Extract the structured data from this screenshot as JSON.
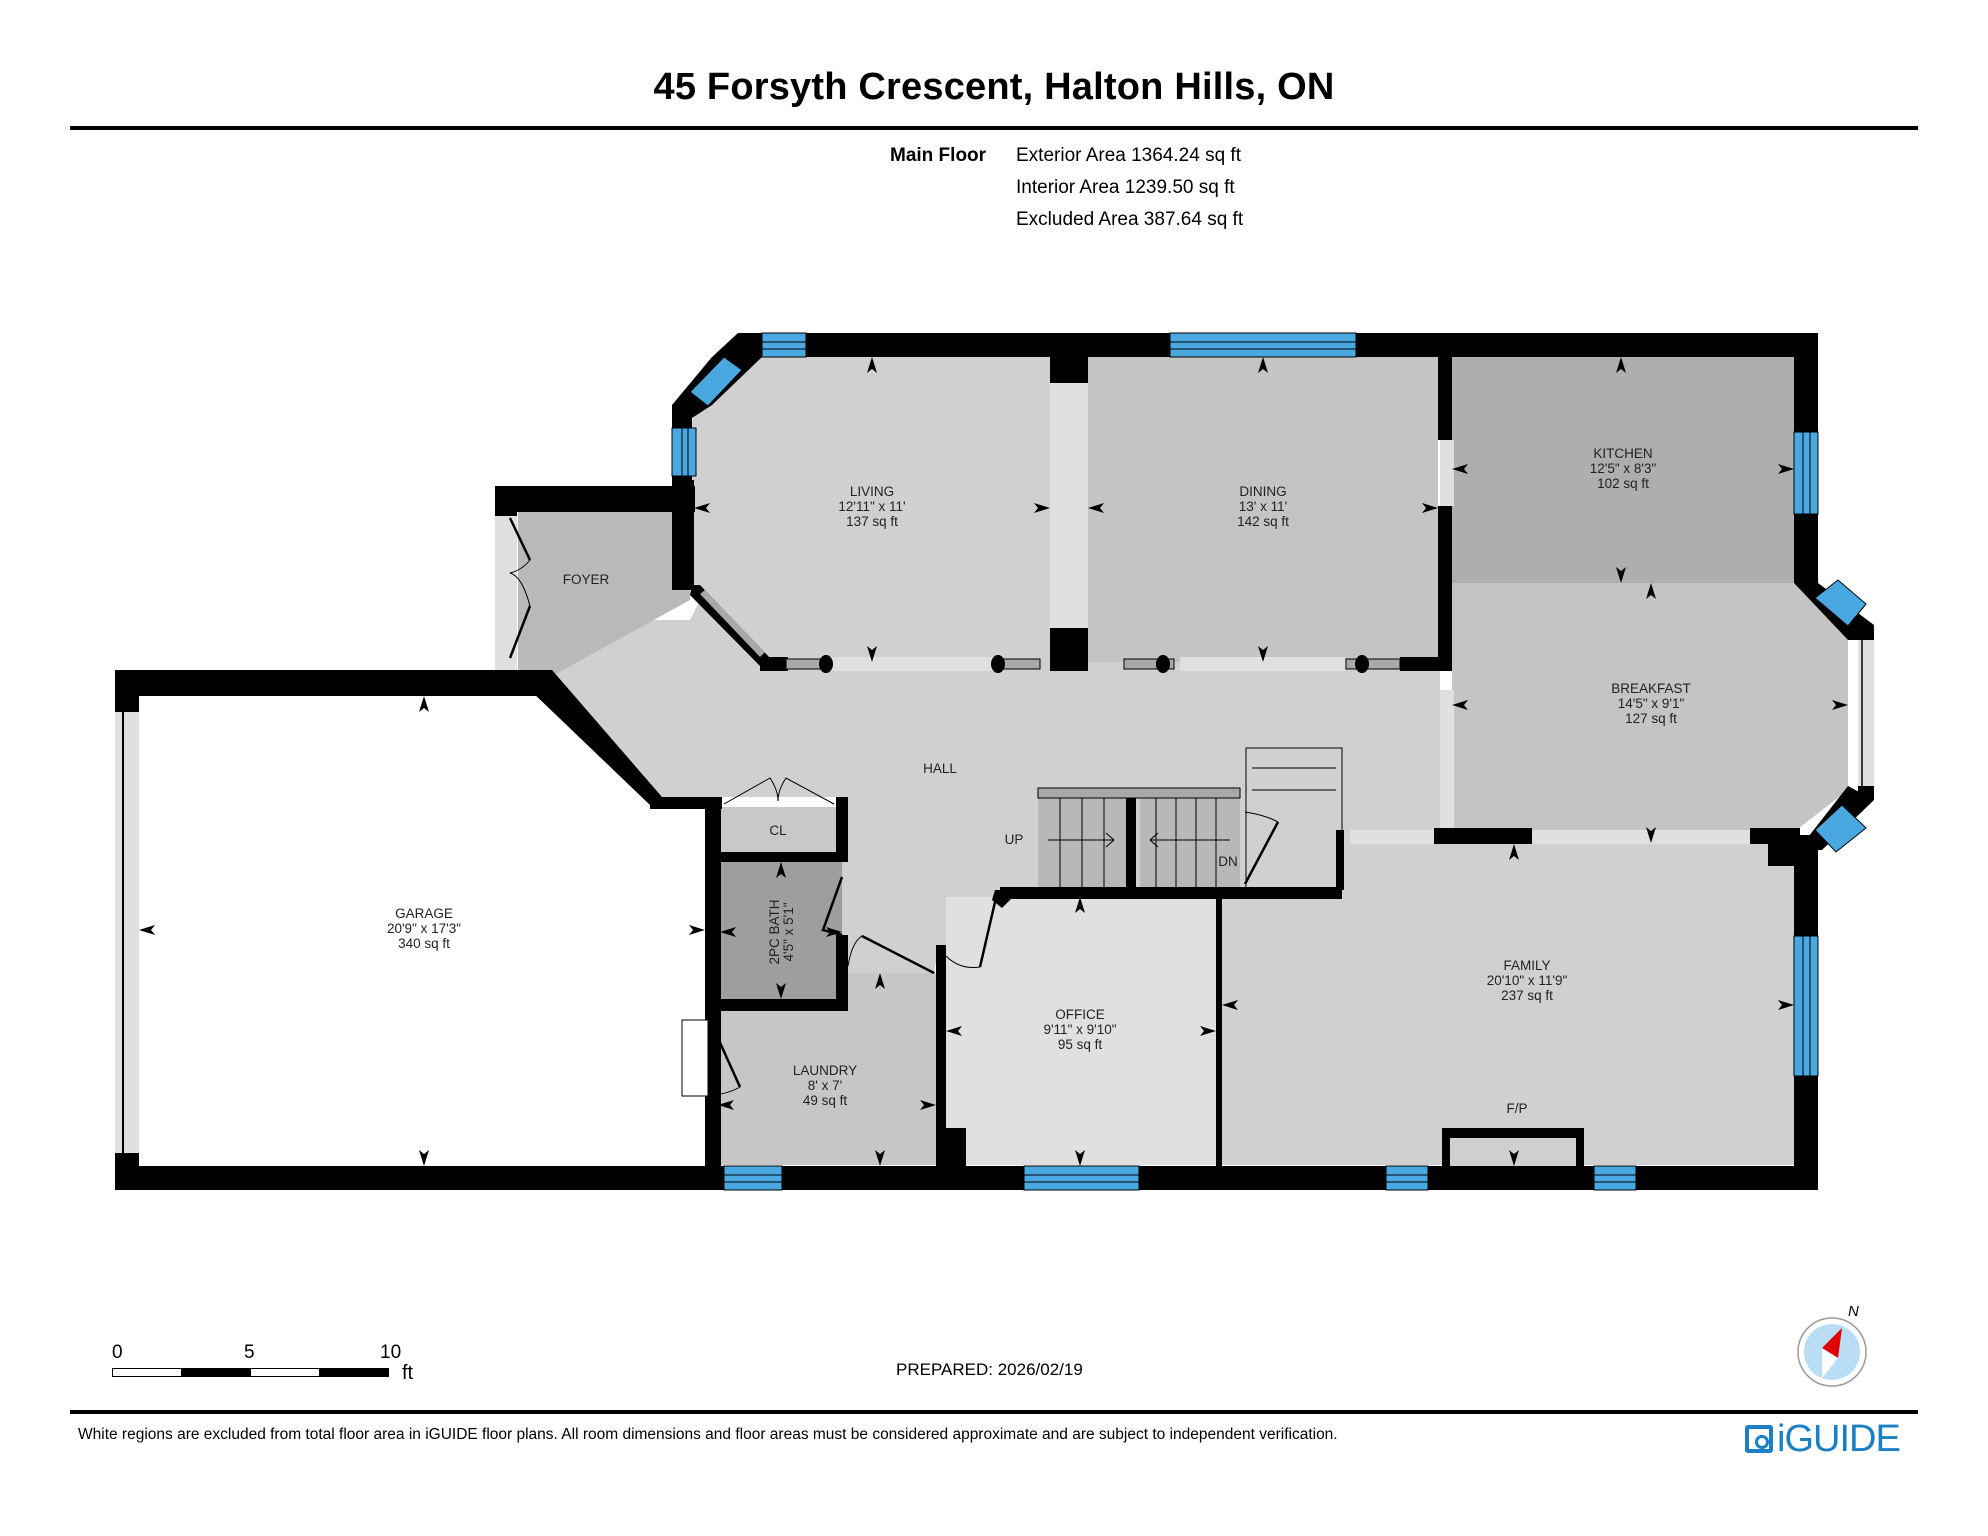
{
  "header": {
    "title": "45 Forsyth Crescent, Halton Hills, ON",
    "floor_name": "Main Floor",
    "exterior_area": "Exterior Area 1364.24 sq ft",
    "interior_area": "Interior Area 1239.50 sq ft",
    "excluded_area": "Excluded Area 387.64 sq ft"
  },
  "colors": {
    "wall": "#000000",
    "window": "#4aa8e0",
    "opening": "#e0e0e0",
    "living": "#d0d0d0",
    "dining": "#c4c4c4",
    "kitchen": "#aeaeae",
    "breakfast": "#c4c4c4",
    "foyer": "#b9b9b9",
    "hall": "#d0d0d0",
    "bath": "#9e9e9e",
    "office": "#e0e0e0",
    "laundry": "#c6c6c6",
    "family": "#d0d0d0",
    "closet": "#c8c8c8",
    "garage": "#ffffff",
    "brand": "#1a7fc4",
    "compass_needle": "#e00000",
    "compass_face": "#b9ddf5"
  },
  "rooms": {
    "living": {
      "name": "LIVING",
      "dims": "12'11\" x 11'",
      "area": "137 sq ft"
    },
    "dining": {
      "name": "DINING",
      "dims": "13' x 11'",
      "area": "142 sq ft"
    },
    "kitchen": {
      "name": "KITCHEN",
      "dims": "12'5\" x 8'3\"",
      "area": "102 sq ft"
    },
    "breakfast": {
      "name": "BREAKFAST",
      "dims": "14'5\" x 9'1\"",
      "area": "127 sq ft"
    },
    "foyer": {
      "name": "FOYER"
    },
    "hall": {
      "name": "HALL"
    },
    "closet": {
      "name": "CL"
    },
    "bath": {
      "name": "2PC BATH",
      "dims": "4'5\" x 5'1\""
    },
    "garage": {
      "name": "GARAGE",
      "dims": "20'9\" x 17'3\"",
      "area": "340 sq ft"
    },
    "laundry": {
      "name": "LAUNDRY",
      "dims": "8' x 7'",
      "area": "49 sq ft"
    },
    "office": {
      "name": "OFFICE",
      "dims": "9'11\" x 9'10\"",
      "area": "95 sq ft"
    },
    "family": {
      "name": "FAMILY",
      "dims": "20'10\" x 11'9\"",
      "area": "237 sq ft"
    }
  },
  "annotations": {
    "stairs_up": "UP",
    "stairs_down": "DN",
    "fireplace": "F/P"
  },
  "scale_bar": {
    "ticks": [
      "0",
      "5",
      "10"
    ],
    "unit": "ft"
  },
  "compass": {
    "label": "N"
  },
  "footer": {
    "prepared": "PREPARED: 2026/02/19",
    "disclaimer": "White regions are excluded from total floor area in iGUIDE floor plans. All room dimensions and floor areas must be considered approximate and are subject to independent verification.",
    "brand": "iGUIDE"
  }
}
